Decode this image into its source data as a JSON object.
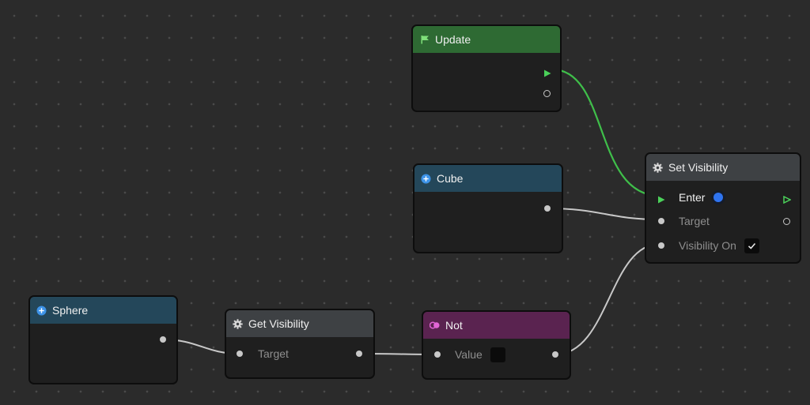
{
  "colors": {
    "canvas_bg": "#2b2b2b",
    "flow_wire": "#3fbf4a",
    "data_wire": "#c8c8c8",
    "flow_port": "#4bd15a",
    "bool_indicator": "#2f74f0",
    "event_header": "#2e6a33",
    "object_header": "#24475a",
    "function_header": "#3e4144",
    "logic_header": "#5a2350"
  },
  "nodes": {
    "update": {
      "title": "Update",
      "icon": "flag-icon"
    },
    "cube": {
      "title": "Cube",
      "icon": "plus-circle-icon"
    },
    "set_visibility": {
      "title": "Set Visibility",
      "icon": "gear-icon",
      "inputs": {
        "enter": "Enter",
        "target": "Target",
        "visibility_on": "Visibility On"
      },
      "visibility_on_checked": true
    },
    "sphere": {
      "title": "Sphere",
      "icon": "plus-circle-icon"
    },
    "get_visibility": {
      "title": "Get Visibility",
      "icon": "gear-icon",
      "inputs": {
        "target": "Target"
      }
    },
    "not": {
      "title": "Not",
      "icon": "toggle-icon",
      "inputs": {
        "value": "Value"
      },
      "value_checked": false
    }
  }
}
